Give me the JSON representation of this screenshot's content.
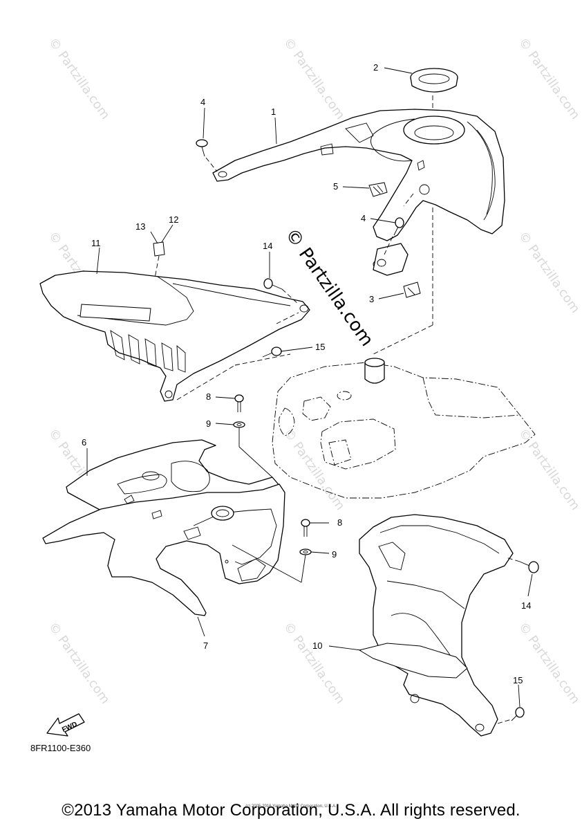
{
  "diagram": {
    "callouts": [
      "1",
      "2",
      "3",
      "4",
      "4",
      "5",
      "6",
      "7",
      "8",
      "8",
      "9",
      "9",
      "10",
      "11",
      "12",
      "13",
      "14",
      "14",
      "15",
      "15"
    ],
    "watermark_small": "© Partzilla.com",
    "watermark_center": "© Partzilla.com",
    "fwd_label": "FWD",
    "diagram_code": "8FR1100-E360"
  },
  "footer": {
    "copyright": "©2013 Yamaha Motor Corporation, U.S.A. All rights reserved.",
    "small_notice": "(c) 2005-2016 Yamaha Motor Corporation, U.S.A."
  }
}
